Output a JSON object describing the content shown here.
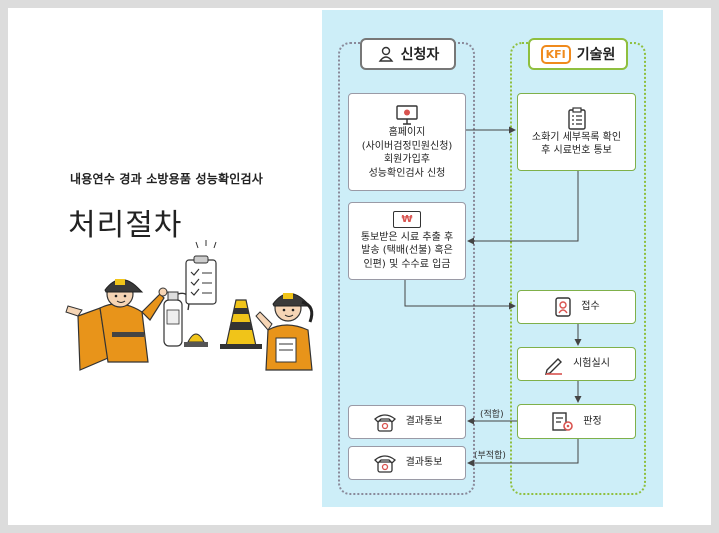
{
  "left_text": {
    "subtitle": "내용연수 경과 소방용품 성능확인검사",
    "title": "처리절차"
  },
  "lanes": {
    "applicant": {
      "label": "신청자",
      "icon": "person-icon"
    },
    "kfi": {
      "logo_text": "KFI",
      "label": "기술원"
    }
  },
  "steps": {
    "homepage": {
      "text": "홈페이지\n(사이버검정민원신청)\n회원가입후\n성능확인검사 신청",
      "icon": "monitor-icon"
    },
    "checklist": {
      "text": "소화기 세부목록 확인\n후 시료번호 통보",
      "icon": "clipboard-icon"
    },
    "payment": {
      "text": "통보받은 시료 추출 후\n발송 (택배(선불) 혹은\n인편) 및 수수료 입금",
      "icon": "won-bill-icon",
      "icon_text": "₩"
    },
    "receipt": {
      "text": "접수",
      "icon": "badge-icon"
    },
    "test": {
      "text": "시험실시",
      "icon": "pencil-icon"
    },
    "judge": {
      "text": "판정",
      "icon": "gear-document-icon"
    },
    "result_pass": {
      "text": "결과통보",
      "icon": "telephone-icon"
    },
    "result_fail": {
      "text": "결과통보",
      "icon": "telephone-icon"
    }
  },
  "edge_labels": {
    "pass": "(적합)",
    "fail": "(부적합)"
  },
  "colors": {
    "panel": "#cdeef8",
    "kfi_green": "#8fbf3f",
    "kfi_orange": "#f08a1c",
    "uniform": "#e8941a",
    "icon_red": "#d9534f"
  }
}
